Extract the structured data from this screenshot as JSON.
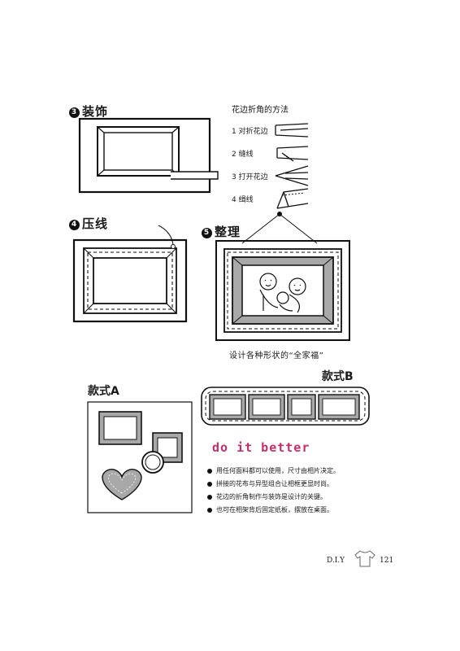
{
  "steps": {
    "decorate": {
      "num": "3",
      "title": "装饰"
    },
    "press": {
      "num": "4",
      "title": "压线"
    },
    "finish": {
      "num": "5",
      "title": "整理"
    }
  },
  "corner_method": {
    "title": "花边折角的方法",
    "steps": [
      "1 对折花边",
      "2 缝线",
      "3 打开花边",
      "4 缉线"
    ]
  },
  "caption": "设计各种形状的“全家福”",
  "variants": {
    "a": "款式A",
    "b": "款式B"
  },
  "tips": {
    "title": "do it better",
    "items": [
      "用任何面料都可以使用，尺寸由相片决定。",
      "拼接的花布与异型组合让相框更显时尚。",
      "花边的折角制作与装饰是设计的关键。",
      "也可在相架背后固定纸板，摆放在桌面。"
    ]
  },
  "footer": {
    "label": "D.I.Y",
    "page": "121"
  },
  "colors": {
    "accent": "#c0306a",
    "photo_gray": "#a8a8a8"
  },
  "icons": [
    "tshirt-icon"
  ]
}
